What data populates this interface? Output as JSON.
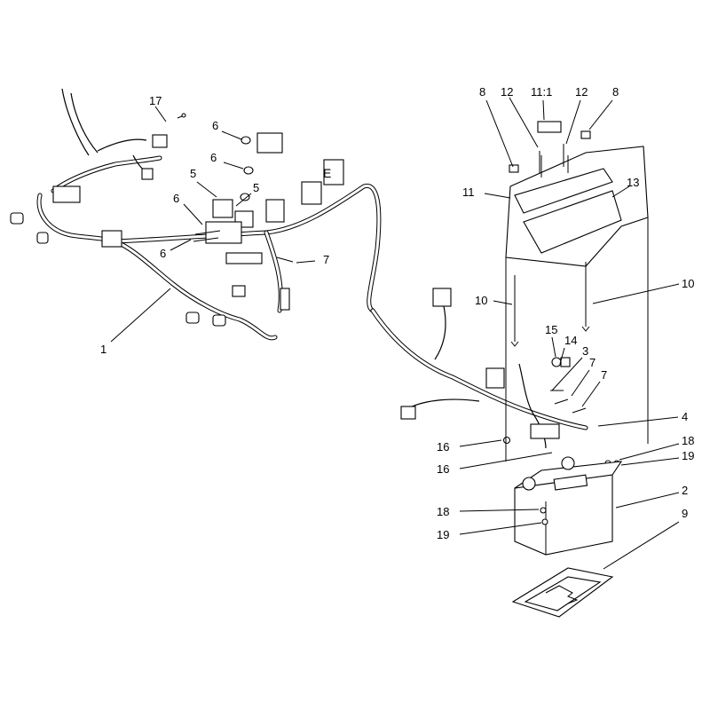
{
  "diagram": {
    "callouts": [
      {
        "id": "c1",
        "text": "1"
      },
      {
        "id": "c2",
        "text": "2"
      },
      {
        "id": "c3",
        "text": "3"
      },
      {
        "id": "c4",
        "text": "4"
      },
      {
        "id": "c5a",
        "text": "5"
      },
      {
        "id": "c5b",
        "text": "5"
      },
      {
        "id": "c6a",
        "text": "6"
      },
      {
        "id": "c6b",
        "text": "6"
      },
      {
        "id": "c6c",
        "text": "6"
      },
      {
        "id": "c6d",
        "text": "6"
      },
      {
        "id": "c7a",
        "text": "7"
      },
      {
        "id": "c7b",
        "text": "7"
      },
      {
        "id": "c7c",
        "text": "7"
      },
      {
        "id": "c8a",
        "text": "8"
      },
      {
        "id": "c8b",
        "text": "8"
      },
      {
        "id": "c9",
        "text": "9"
      },
      {
        "id": "c10a",
        "text": "10"
      },
      {
        "id": "c10b",
        "text": "10"
      },
      {
        "id": "c11",
        "text": "11"
      },
      {
        "id": "c11_1",
        "text": "11:1"
      },
      {
        "id": "c12a",
        "text": "12"
      },
      {
        "id": "c12b",
        "text": "12"
      },
      {
        "id": "c13",
        "text": "13"
      },
      {
        "id": "c14",
        "text": "14"
      },
      {
        "id": "c15",
        "text": "15"
      },
      {
        "id": "c16a",
        "text": "16"
      },
      {
        "id": "c16b",
        "text": "16"
      },
      {
        "id": "c17",
        "text": "17"
      },
      {
        "id": "c18a",
        "text": "18"
      },
      {
        "id": "c18b",
        "text": "18"
      },
      {
        "id": "c19a",
        "text": "19"
      },
      {
        "id": "c19b",
        "text": "19"
      },
      {
        "id": "cE",
        "text": "E"
      }
    ]
  }
}
